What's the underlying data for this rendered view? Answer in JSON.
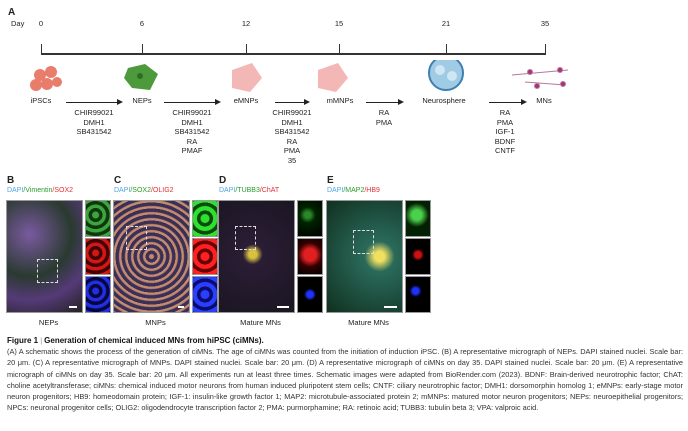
{
  "panel_a": {
    "label": "A",
    "day_label": "Day",
    "days": [
      "0",
      "6",
      "12",
      "15",
      "21",
      "35"
    ],
    "stages": [
      "iPSCs",
      "NEPs",
      "eMNPs",
      "mMNPs",
      "Neurosphere",
      "MNs"
    ],
    "reagents": [
      [
        "CHIR99021",
        "DMH1",
        "SB431542"
      ],
      [
        "CHIR99021",
        "DMH1",
        "SB431542",
        "RA",
        "PMAF"
      ],
      [
        "CHIR99021",
        "DMH1",
        "SB431542",
        "RA",
        "PMA",
        "35"
      ],
      [
        "RA",
        "PMA"
      ],
      [
        "RA",
        "PMA",
        "IGF-1",
        "BDNF",
        "CNTF"
      ]
    ]
  },
  "panels": [
    {
      "label": "B",
      "channels": [
        {
          "t": "DAPI",
          "c": "#4aa8e0"
        },
        {
          "t": "/Vimentin",
          "c": "#2a9a2a"
        },
        {
          "t": "/SOX2",
          "c": "#e0303a"
        }
      ],
      "caption": "NEPs"
    },
    {
      "label": "C",
      "channels": [
        {
          "t": "DAPI",
          "c": "#4aa8e0"
        },
        {
          "t": "/SOX2",
          "c": "#2a9a2a"
        },
        {
          "t": "/OLIG2",
          "c": "#e0303a"
        }
      ],
      "caption": "MNPs"
    },
    {
      "label": "D",
      "channels": [
        {
          "t": "DAPI",
          "c": "#4aa8e0"
        },
        {
          "t": "/TUBB3",
          "c": "#2a9a2a"
        },
        {
          "t": "/ChAT",
          "c": "#e0303a"
        }
      ],
      "caption": "Mature MNs"
    },
    {
      "label": "E",
      "channels": [
        {
          "t": "DAPI",
          "c": "#4aa8e0"
        },
        {
          "t": "/MAP2",
          "c": "#2a9a2a"
        },
        {
          "t": "/HB9",
          "c": "#e0303a"
        }
      ],
      "caption": "Mature MNs"
    }
  ],
  "figure": {
    "number": "Figure 1",
    "separator": "|",
    "title": "Generation of chemical induced MNs from hiPSC (ciMNs).",
    "body": "(A) A schematic shows the process of the generation of ciMNs. The age of ciMNs was counted from the initiation of induction iPSC. (B) A representative micrograph of NEPs. DAPI stained nuclei. Scale bar: 20 μm. (C) A representative micrograph of MNPs. DAPI stained nuclei. Scale bar: 20 μm. (D) A representative micrograph of ciMNs on day 35. DAPI stained nuclei. Scale bar: 20 μm. (E) A representative micrograph of ciMNs on day 35. Scale bar: 20 μm. All experiments run at least three times. Schematic images were adapted from BioRender.com (2023). BDNF: Brain-derived neurotrophic factor; ChAT: choline acetyltransferase; ciMNs: chemical induced motor neurons from human induced pluripotent stem cells; CNTF: ciliary neurotrophic factor; DMH1: dorsomorphin homolog 1; eMNPs: early-stage motor neuron progenitors; HB9: homeodomain protein; IGF-1: insulin-like growth factor 1; MAP2: microtubule-associated protein 2; mMNPs: matured motor neuron progenitors; NEPs: neuroepithelial progenitors; NPCs: neuronal progenitor cells; OLIG2: oligodendrocyte transcription factor 2; PMA: purmorphamine; RA: retinoic acid; TUBB3: tubulin beta 3; VPA: valproic acid."
  }
}
